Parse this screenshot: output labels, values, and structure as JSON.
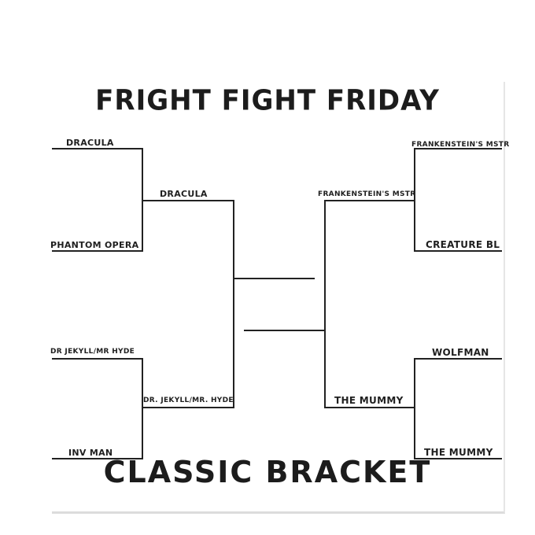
{
  "title": "FRIGHT FIGHT FRIDAY",
  "subtitle": "CLASSIC BRACKET",
  "bracket": {
    "left": {
      "round1": [
        "DRACULA",
        "PHANTOM OPERA",
        "DR JEKYLL/MR HYDE",
        "INV MAN"
      ],
      "round2": [
        "DRACULA",
        "DR. JEKYLL/MR. HYDE"
      ]
    },
    "right": {
      "round1": [
        "FRANKENSTEIN'S MSTR",
        "CREATURE BL",
        "WOLFMAN",
        "THE MUMMY"
      ],
      "round2": [
        "FRANKENSTEIN'S MSTR",
        "THE MUMMY"
      ]
    }
  }
}
